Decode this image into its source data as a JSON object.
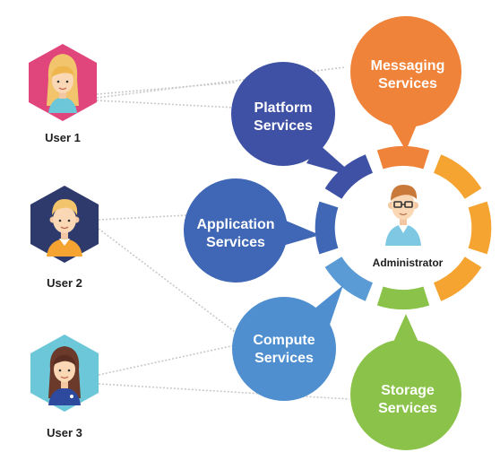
{
  "users": [
    {
      "label": "User 1"
    },
    {
      "label": "User 2"
    },
    {
      "label": "User 3"
    }
  ],
  "administrator": {
    "label": "Administrator"
  },
  "services": {
    "platform": {
      "line1": "Platform",
      "line2": "Services",
      "color": "#3F51A5"
    },
    "application": {
      "line1": "Application",
      "line2": "Services",
      "color": "#3F67B5"
    },
    "compute": {
      "line1": "Compute",
      "line2": "Services",
      "color": "#4F8FD0"
    },
    "messaging": {
      "line1": "Messaging",
      "line2": "Services",
      "color": "#F0833A"
    },
    "storage": {
      "line1": "Storage",
      "line2": "Services",
      "color": "#8BC34A"
    }
  },
  "colors": {
    "user1_hex": "#E0457B",
    "user2_hex": "#2E3A6B",
    "user3_hex": "#6CC7D9",
    "ring_orange": "#F5A431",
    "ring_orange_dark": "#F0833A",
    "ring_blue": "#3F51A5",
    "ring_blue_mid": "#3F67B5",
    "ring_blue_light": "#5B9BD5",
    "ring_green": "#8BC34A",
    "connector": "#C9C9C9"
  }
}
